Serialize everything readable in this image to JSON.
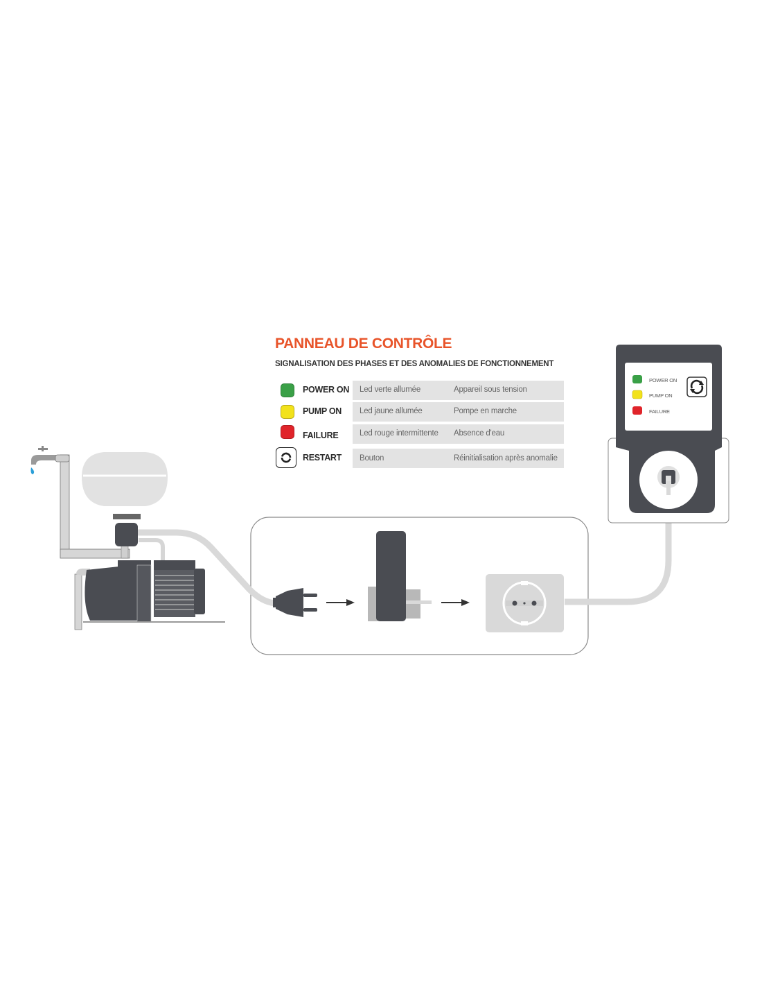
{
  "panel": {
    "title": "PANNEAU DE CONTRÔLE",
    "subtitle": "SIGNALISATION DES PHASES ET DES ANOMALIES DE FONCTIONNEMENT",
    "rows": [
      {
        "icon": "green-led-icon",
        "color": "#3aa047",
        "label": "POWER ON",
        "description": "Led verte allumée",
        "meaning": "Appareil sous tension"
      },
      {
        "icon": "yellow-led-icon",
        "color": "#f2e21b",
        "label": "PUMP ON",
        "description": "Led jaune allumée",
        "meaning": "Pompe en marche"
      },
      {
        "icon": "red-led-icon",
        "color": "#e0242a",
        "label": "FAILURE",
        "description": "Led rouge intermittente",
        "meaning": "Absence d'eau"
      },
      {
        "icon": "restart-icon",
        "color": "#222222",
        "label": "RESTART",
        "description": "Bouton",
        "meaning": "Réinitialisation après anomalie"
      }
    ]
  },
  "device": {
    "leds": [
      {
        "label": "POWER ON",
        "color": "#3aa047"
      },
      {
        "label": "PUMP ON",
        "color": "#f2e21b"
      },
      {
        "label": "FAILURE",
        "color": "#e0242a"
      }
    ],
    "body_color": "#4a4c52"
  },
  "colors": {
    "accent": "#e8542a",
    "pipe": "#d8d8d8",
    "dark": "#4a4c52",
    "water": "#2b9fd8"
  }
}
